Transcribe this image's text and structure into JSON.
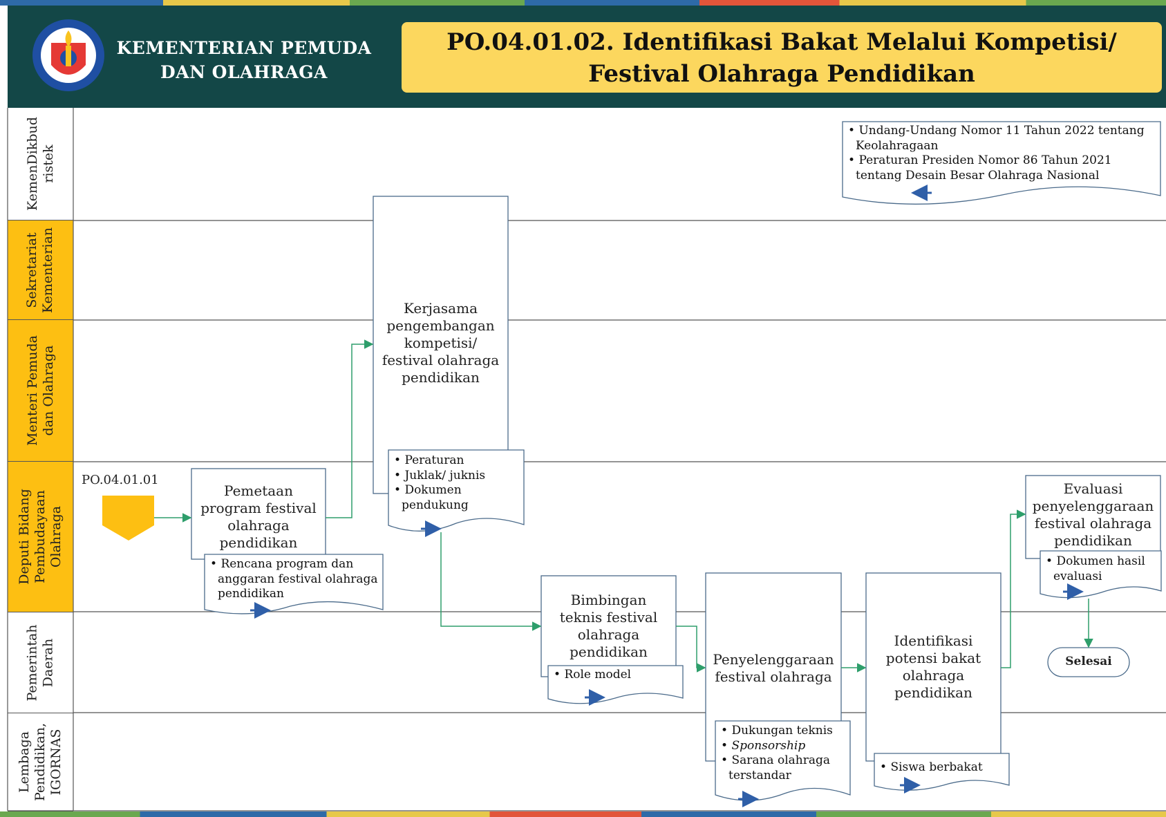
{
  "header": {
    "ministry_line1": "KEMENTERIAN PEMUDA",
    "ministry_line2": "DAN OLAHRAGA",
    "title_line1": "PO.04.01.02. Identifikasi Bakat Melalui Kompetisi/",
    "title_line2": "Festival Olahraga Pendidikan",
    "colors": {
      "header_bg": "#134747",
      "title_bg": "#fcd75e",
      "lane_highlight": "#fdbf12",
      "arrow": "#2e9e6b"
    }
  },
  "lanes": [
    {
      "label": "KemenDikbud\nristek"
    },
    {
      "label": "Sekretariat\nKementerian"
    },
    {
      "label": "Menteri Pemuda\ndan Olahraga"
    },
    {
      "label": "Deputi Bidang\nPembudayaan\nOlahraga"
    },
    {
      "label": "Pemerintah\nDaerah"
    },
    {
      "label": "Lembaga\nPendidikan,\nIGORNAS"
    }
  ],
  "start_ref": "PO.04.01.01",
  "processes": {
    "pemetaan": [
      "Pemetaan",
      "program festival",
      "olahraga",
      "pendidikan"
    ],
    "kerjasama": [
      "Kerjasama",
      "pengembangan",
      "kompetisi/",
      "festival olahraga",
      "pendidikan"
    ],
    "bimbingan": [
      "Bimbingan",
      "teknis festival",
      "olahraga",
      "pendidikan"
    ],
    "penyelenggaraan": [
      "Penyelenggaraan",
      "festival olahraga"
    ],
    "identifikasi": [
      "Identifikasi",
      "potensi bakat",
      "olahraga",
      "pendidikan"
    ],
    "evaluasi": [
      "Evaluasi",
      "penyelenggaraan",
      "festival olahraga",
      "pendidikan"
    ]
  },
  "documents": {
    "regulasi": [
      "Undang-Undang Nomor 11 Tahun 2022 tentang Keolahragaan",
      "Peraturan Presiden Nomor 86 Tahun 2021 tentang Desain Besar Olahraga Nasional"
    ],
    "rencana": [
      "Rencana program dan anggaran festival olahraga pendidikan"
    ],
    "peraturan": [
      "Peraturan",
      "Juklak/ juknis",
      "Dokumen pendukung"
    ],
    "role_model": [
      "Role model"
    ],
    "dukungan": [
      "Dukungan teknis",
      "Sponsorship",
      "Sarana olahraga terstandar"
    ],
    "siswa": [
      "Siswa berbakat"
    ],
    "hasil_evaluasi": [
      "Dokumen hasil evaluasi"
    ]
  },
  "end_label": "Selesai"
}
